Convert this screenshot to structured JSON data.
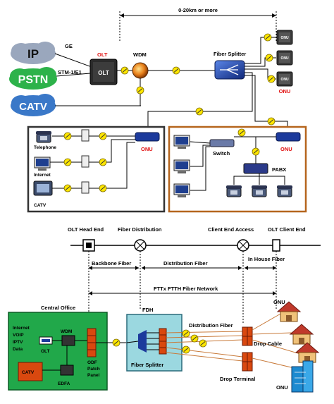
{
  "top": {
    "distance": "0-20km or more",
    "clouds": {
      "ip": "IP",
      "pstn": "PSTN",
      "catv": "CATV"
    },
    "links": {
      "ge": "GE",
      "stm": "STM-1/E1"
    },
    "olt_label": "OLT",
    "olt_box": "OLT",
    "wdm": "WDM",
    "splitter": "Fiber Splitter",
    "onu_label": "ONU",
    "onu_box": "ONU",
    "home": {
      "telephone": "Telephone",
      "internet": "Internet",
      "catv": "CATV",
      "onu": "ONU"
    },
    "office": {
      "switch": "Switch",
      "pabx": "PABX",
      "onu": "ONU"
    }
  },
  "network": {
    "nodes": [
      "OLT Head End",
      "Fiber Distribution",
      "Client End Access",
      "OLT Client End"
    ],
    "segments": [
      "Backbone Fiber",
      "Distribution Fiber",
      "In House Fiber"
    ],
    "ftth": "FTTx FTTH Fiber Network"
  },
  "bottom": {
    "central_office": "Central Office",
    "services": [
      "Internet",
      "VOIP",
      "IPTV",
      "Data"
    ],
    "wdm": "WDM",
    "olt": "OLT",
    "catv": "CATV",
    "edfa": "EDFA",
    "odf": [
      "ODF",
      "Patch",
      "Panel"
    ],
    "fdh": "FDH",
    "fiber_splitter": "Fiber Splitter",
    "distribution_fiber": "Distribution Fiber",
    "drop_cable": "Drop Cable",
    "drop_terminal": "Drop Terminal",
    "onu_top": "ONU",
    "onu_bottom": "ONU"
  },
  "colors": {
    "olt_fill": "#2a2a2a",
    "fiber_yellow": "#ffe600",
    "splitter_blue": "#1c3a9c",
    "home_border": "#333333",
    "office_border": "#b5651d",
    "co_fill": "#21a84a",
    "fdh_fill": "#9bd8e0",
    "odf_fill": "#d9480f",
    "accent_red": "#e11010"
  }
}
